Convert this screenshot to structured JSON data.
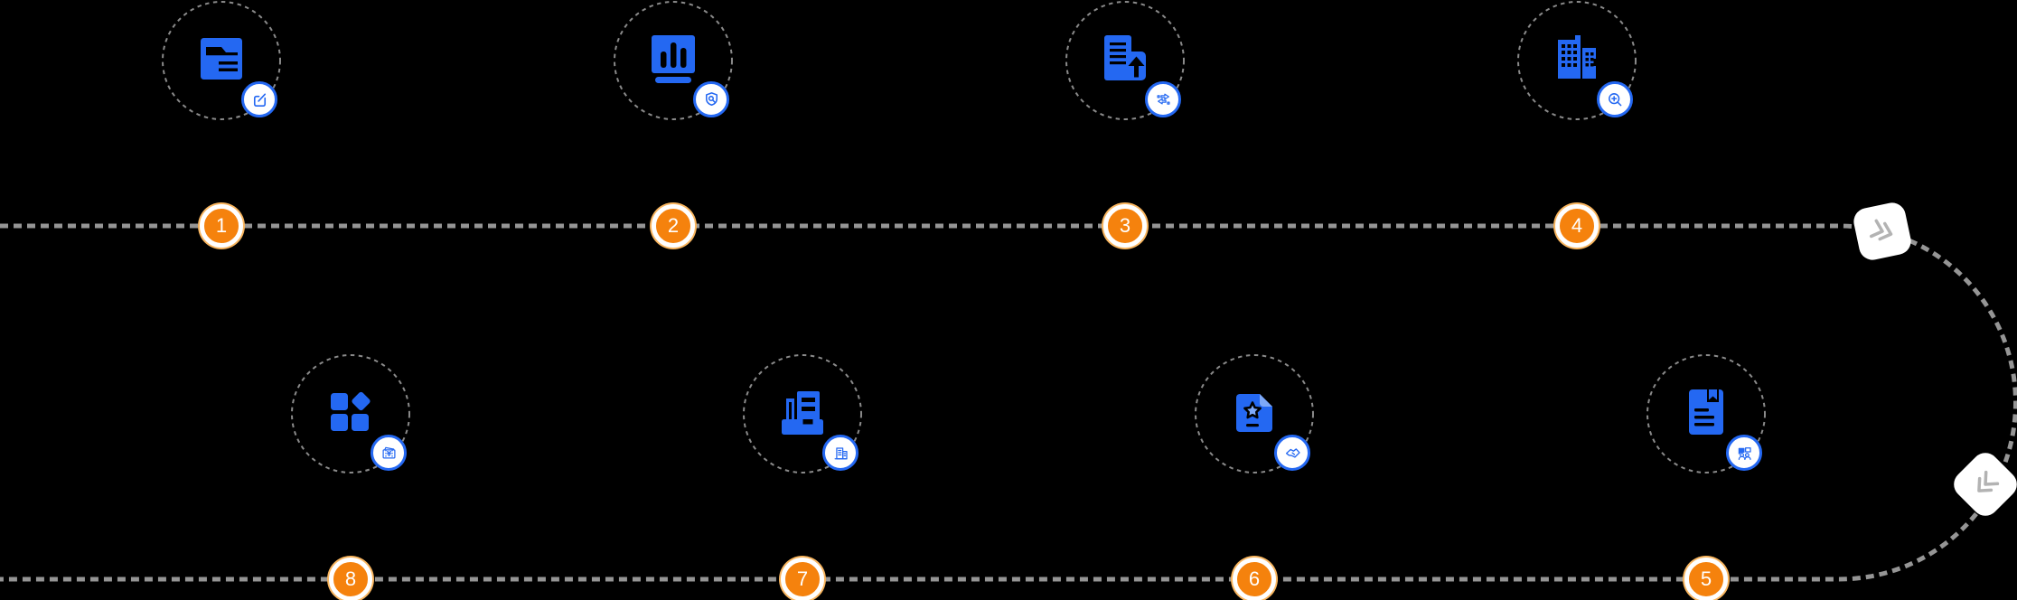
{
  "diagram": {
    "kind": "numbered-process-flow",
    "background": "#000000",
    "steps": [
      {
        "number": "1",
        "icon": "folder-document-icon",
        "badge_icon": "edit-icon"
      },
      {
        "number": "2",
        "icon": "bar-chart-board-icon",
        "badge_icon": "shield-search-icon"
      },
      {
        "number": "3",
        "icon": "document-upload-icon",
        "badge_icon": "transfer-arrows-icon"
      },
      {
        "number": "4",
        "icon": "buildings-icon",
        "badge_icon": "zoom-in-icon"
      },
      {
        "number": "8",
        "icon": "grid-blocks-icon",
        "badge_icon": "banknote-icon"
      },
      {
        "number": "7",
        "icon": "archive-box-icon",
        "badge_icon": "building-icon"
      },
      {
        "number": "6",
        "icon": "star-document-icon",
        "badge_icon": "handshake-icon"
      },
      {
        "number": "5",
        "icon": "notebook-icon",
        "badge_icon": "people-chat-icon"
      }
    ],
    "markers": [
      {
        "name": "forward-chevrons-top",
        "icon": "double-chevron-icon"
      },
      {
        "name": "forward-chevrons-bottom",
        "icon": "double-chevron-icon"
      }
    ],
    "palette": {
      "icon_blue": "#2468F2",
      "icon_light_blue": "#7EA9F8",
      "badge_orange": "#F5820D",
      "badge_halo": "#F8B55F",
      "dash_gray": "#959595",
      "ring_dash_gray": "#8A8A8A",
      "marker_chevron_gray": "#B3B3B3",
      "white": "#FFFFFF"
    }
  }
}
